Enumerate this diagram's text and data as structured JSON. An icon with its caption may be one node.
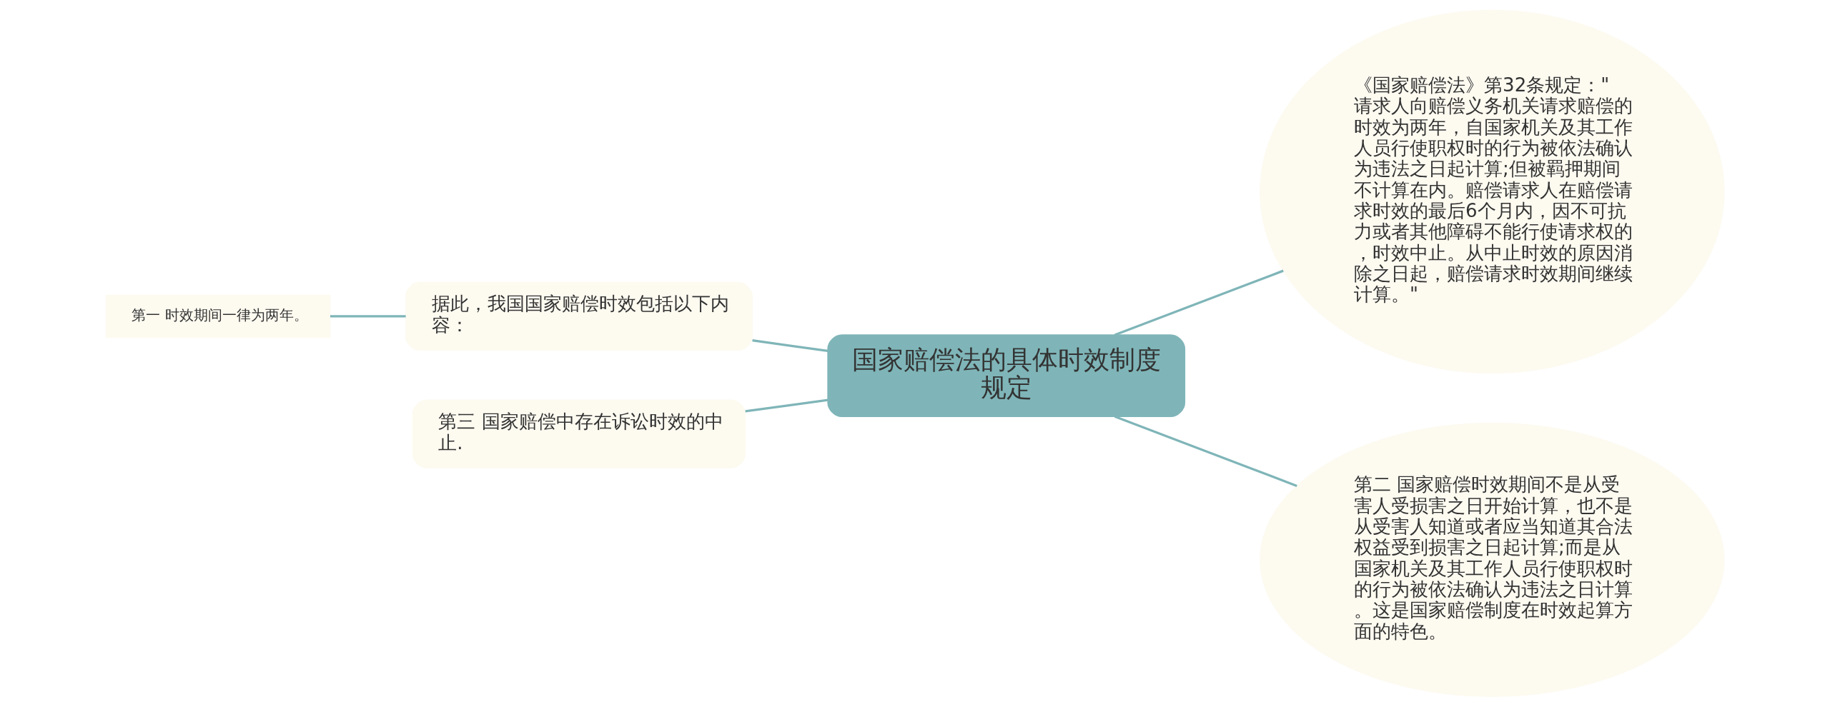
{
  "diagram": {
    "nodes": [
      {
        "text": [
          "国家赔偿法的具体时效制度规定"
        ]
      },
      {
        "text": [
          "《国家赔偿法》第32条规定：\"请求人向赔偿义务机关请求赔偿的时效为两年，自国家机关及其工作人员行使职权时的行为被依法确认为违法之日起计算;但被羁押期间不计算在内。赔偿请求人在赔偿请求时效的最后6个月内，因不可抗力或者其他障碍不能行使请求权的，时效中止。从中止时效的原因消除之日起，赔偿请求时效期间继续计算。\""
        ]
      },
      {
        "text": [
          "据此，我国国家赔偿时效包括以下内容："
        ]
      },
      {
        "text": [
          "第二 国家赔偿时效期间不是从受害人受损害之日开始计算，也不是从受害人知道或者应当知道其合法权益受到损害之日起计算;而是从国家机关及其工作人员行使职权时的行为被依法确认为违法之日计算。这是国家赔偿制度在时效起算方面的特色。"
        ]
      },
      {
        "text": [
          "第三 国家赔偿中存在诉讼时效的中止."
        ]
      },
      {
        "text": [
          "第一 时效期间一律为两年。"
        ]
      }
    ],
    "edges": [
      {
        "from": 0,
        "to": 1,
        "arrow": "none"
      },
      {
        "from": 2,
        "to": 0,
        "arrow": "none"
      },
      {
        "from": 0,
        "to": 3,
        "arrow": "none"
      },
      {
        "from": 4,
        "to": 0,
        "arrow": "none"
      },
      {
        "from": 5,
        "to": 2,
        "arrow": "none"
      }
    ]
  }
}
